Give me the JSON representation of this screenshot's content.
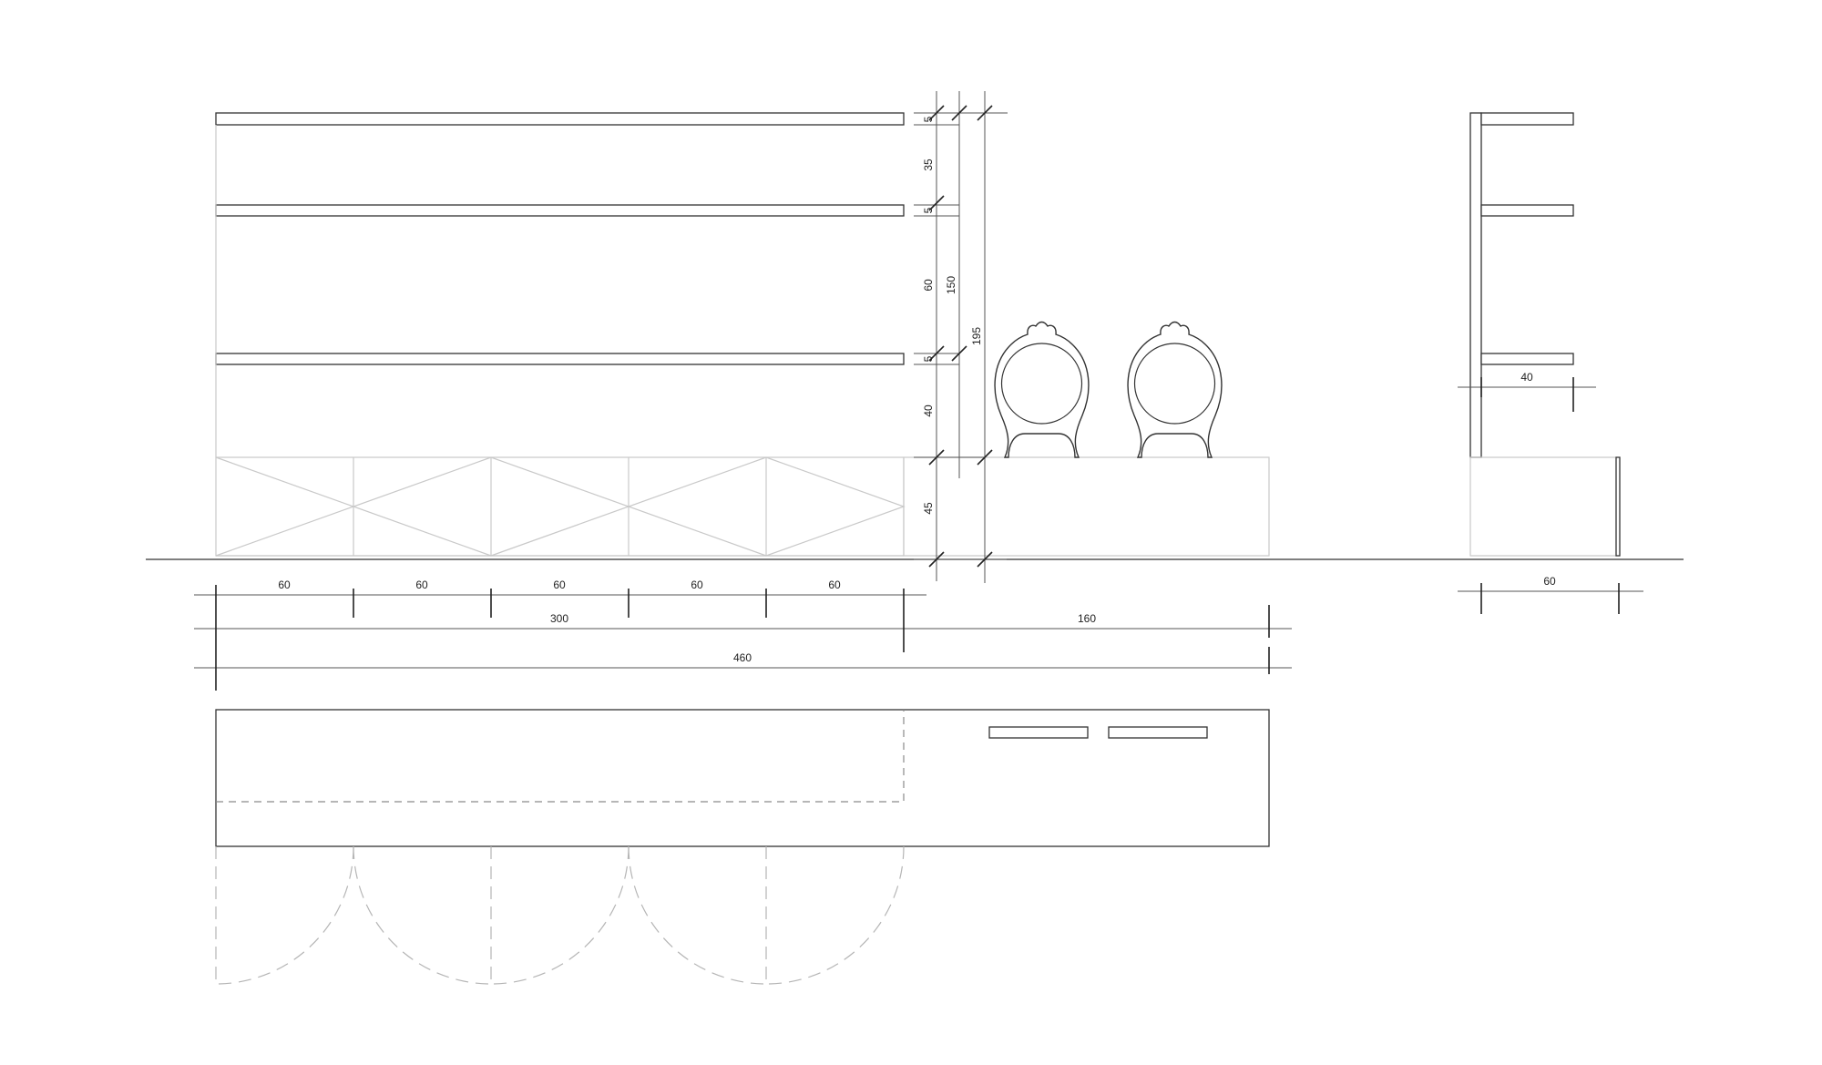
{
  "elevation_dimensions": {
    "shelf_thickness_top": "5",
    "gap_top": "35",
    "shelf_thickness_mid": "5",
    "gap_mid": "60",
    "shelf_thickness_low": "5",
    "gap_low": "40",
    "cabinet_height": "45",
    "shelving_height": "150",
    "total_height": "195"
  },
  "module_widths": [
    "60",
    "60",
    "60",
    "60",
    "60"
  ],
  "overall_widths": {
    "cabinets": "300",
    "bench": "160",
    "total": "460"
  },
  "side_view": {
    "shelf_depth": "40",
    "base_depth": "60"
  }
}
